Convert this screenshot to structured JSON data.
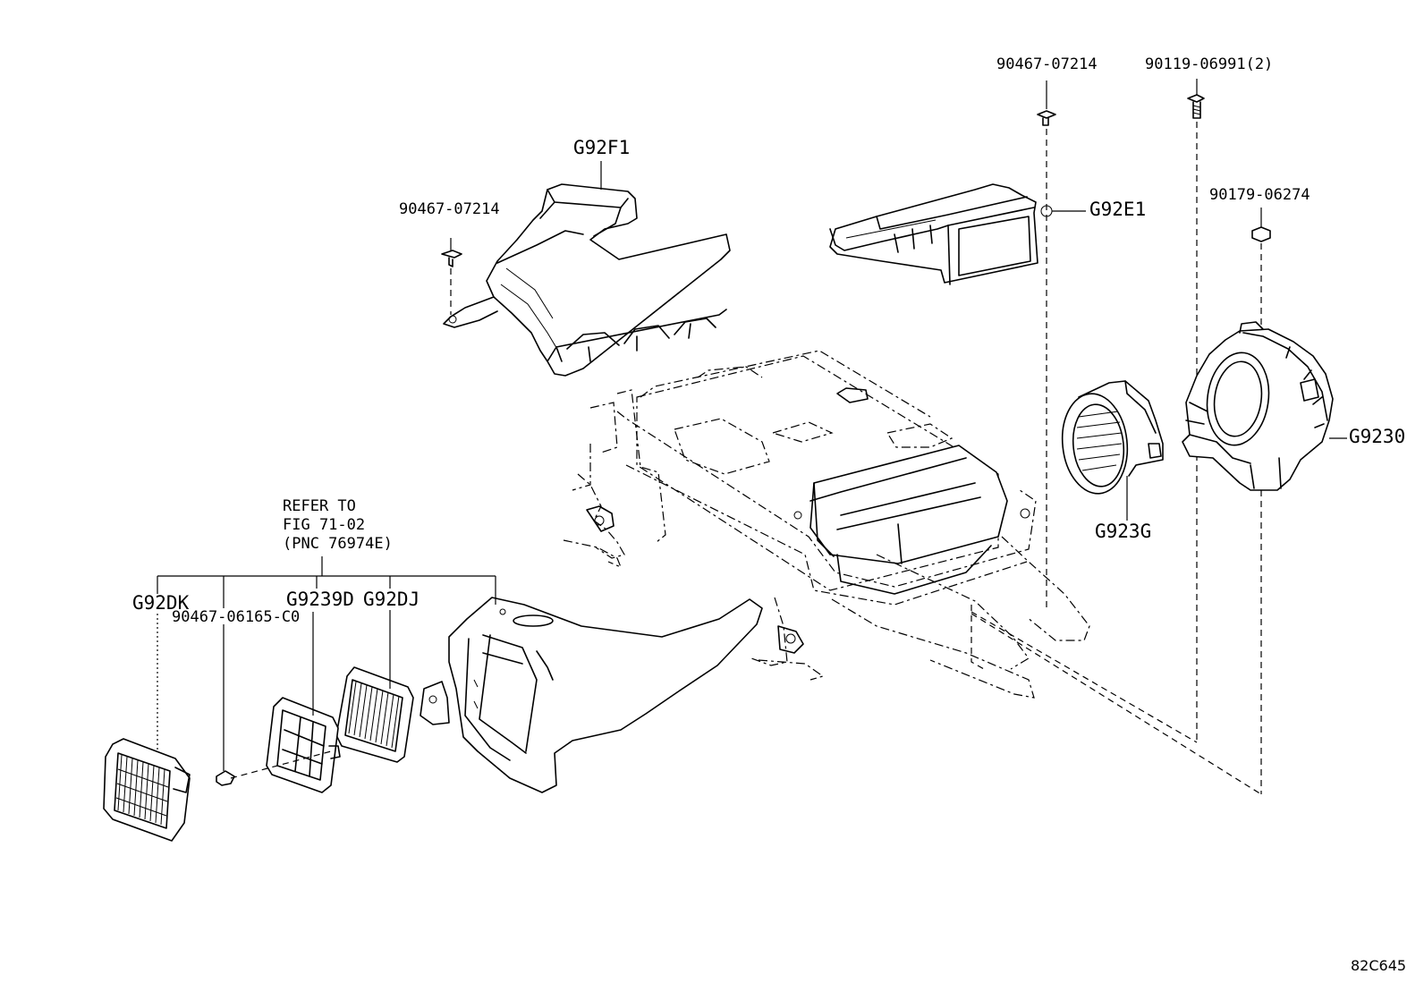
{
  "labels": {
    "bolt_top_left": "90467-07214",
    "duct_upper_left": "G92F1",
    "bolt_top_mid": "90467-07214",
    "bolt_top_right": "90119-06991(2)",
    "duct_upper_right": "G92E1",
    "nut_right": "90179-06274",
    "blower_assy": "G9230",
    "duct_ring": "G923G",
    "cover_left": "G92DK",
    "clip_left": "90467-06165-C0",
    "filter": "G9239D",
    "grille": "G92DJ"
  },
  "refer_note": {
    "line1": "REFER TO",
    "line2": "FIG 71-02",
    "line3": "(PNC 76974E)"
  },
  "figure_code": "82C645",
  "parts": {
    "battery_assembly": "battery-pack",
    "intake_duct": "intake-duct",
    "exhaust_duct": "exhaust-duct",
    "blower_fan": "blower-fan",
    "blower_duct_ring": "duct-ring",
    "side_panel": "side-panel",
    "filter_frame": "filter-frame",
    "filter_grille": "filter-grille",
    "cover_grille": "cover-grille"
  }
}
